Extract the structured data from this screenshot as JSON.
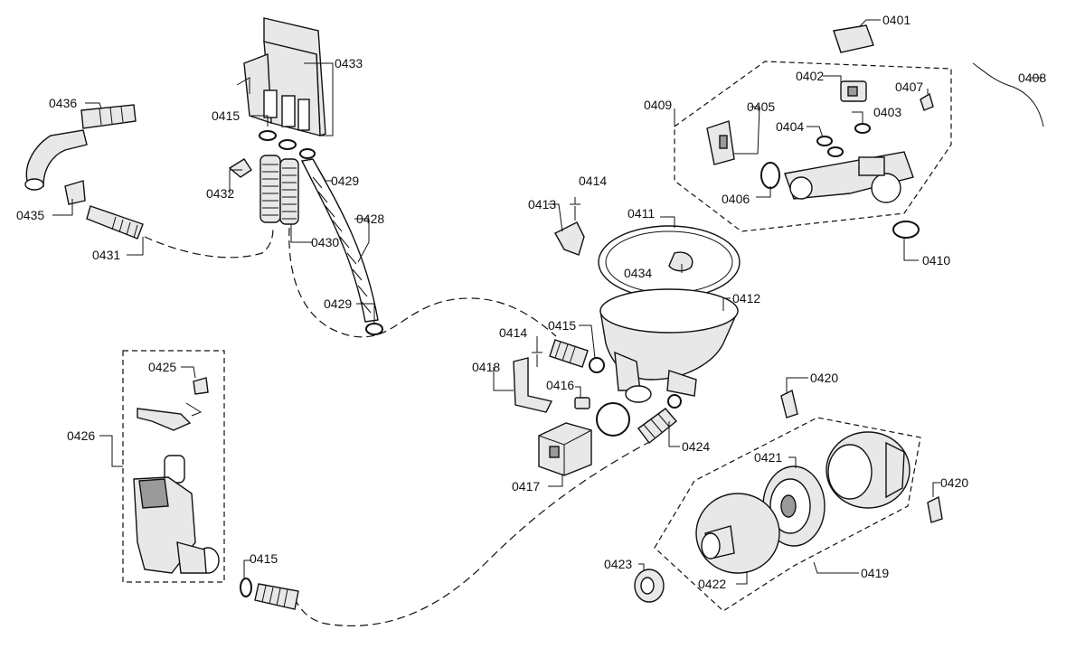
{
  "diagram": {
    "labels": {
      "p0401": "0401",
      "p0402": "0402",
      "p0403": "0403",
      "p0404": "0404",
      "p0405": "0405",
      "p0406": "0406",
      "p0407": "0407",
      "p0408": "0408",
      "p0409": "0409",
      "p0410": "0410",
      "p0411": "0411",
      "p0412": "0412",
      "p0413": "0413",
      "p0414a": "0414",
      "p0414b": "0414",
      "p0415a": "0415",
      "p0415b": "0415",
      "p0415c": "0415",
      "p0416": "0416",
      "p0417": "0417",
      "p0418": "0418",
      "p0419": "0419",
      "p0420a": "0420",
      "p0420b": "0420",
      "p0421": "0421",
      "p0422": "0422",
      "p0423": "0423",
      "p0424": "0424",
      "p0425": "0425",
      "p0426": "0426",
      "p0428": "0428",
      "p0429a": "0429",
      "p0429b": "0429",
      "p0430": "0430",
      "p0431": "0431",
      "p0432": "0432",
      "p0433": "0433",
      "p0434": "0434",
      "p0435": "0435",
      "p0436": "0436"
    }
  }
}
